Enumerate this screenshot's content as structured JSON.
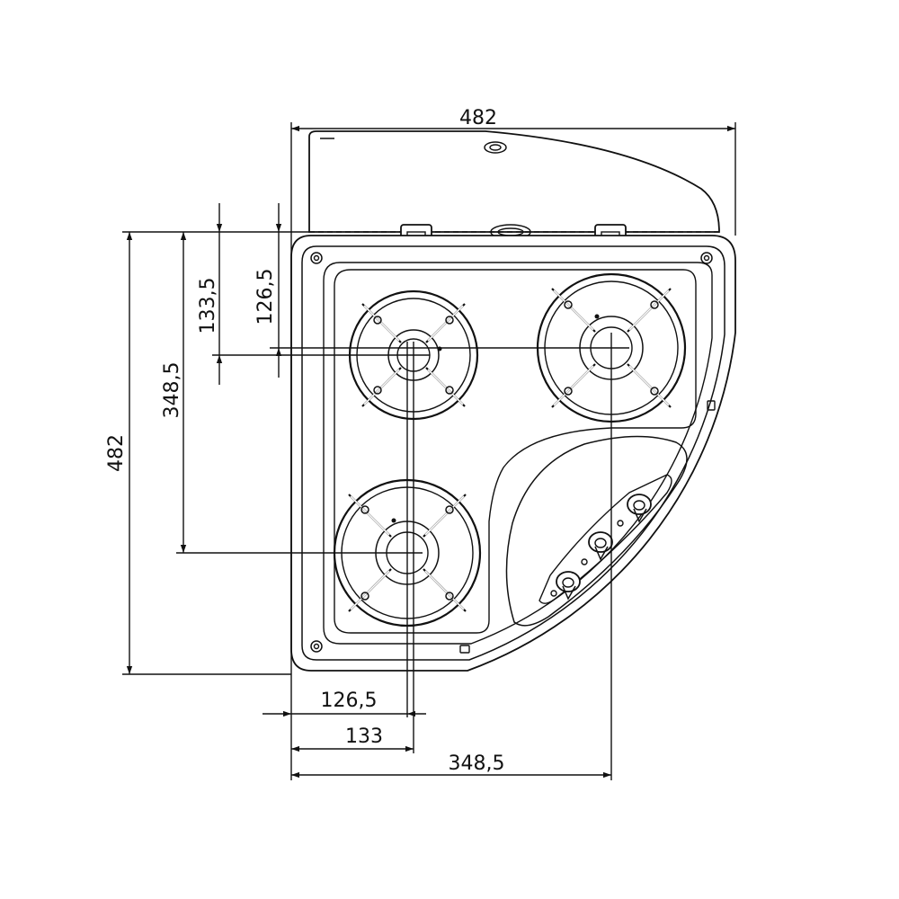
{
  "drawing": {
    "labels": {
      "total_width": "482",
      "total_depth": "482",
      "rear_burner_offset_left": "133,5",
      "rear_burner_offset_right": "126,5",
      "front_burner_depth": "348,5",
      "left_burner_offset_a": "126,5",
      "left_burner_offset_b": "133",
      "right_burner_offset": "348,5"
    },
    "line_color": "#111111",
    "background": "#ffffff"
  }
}
